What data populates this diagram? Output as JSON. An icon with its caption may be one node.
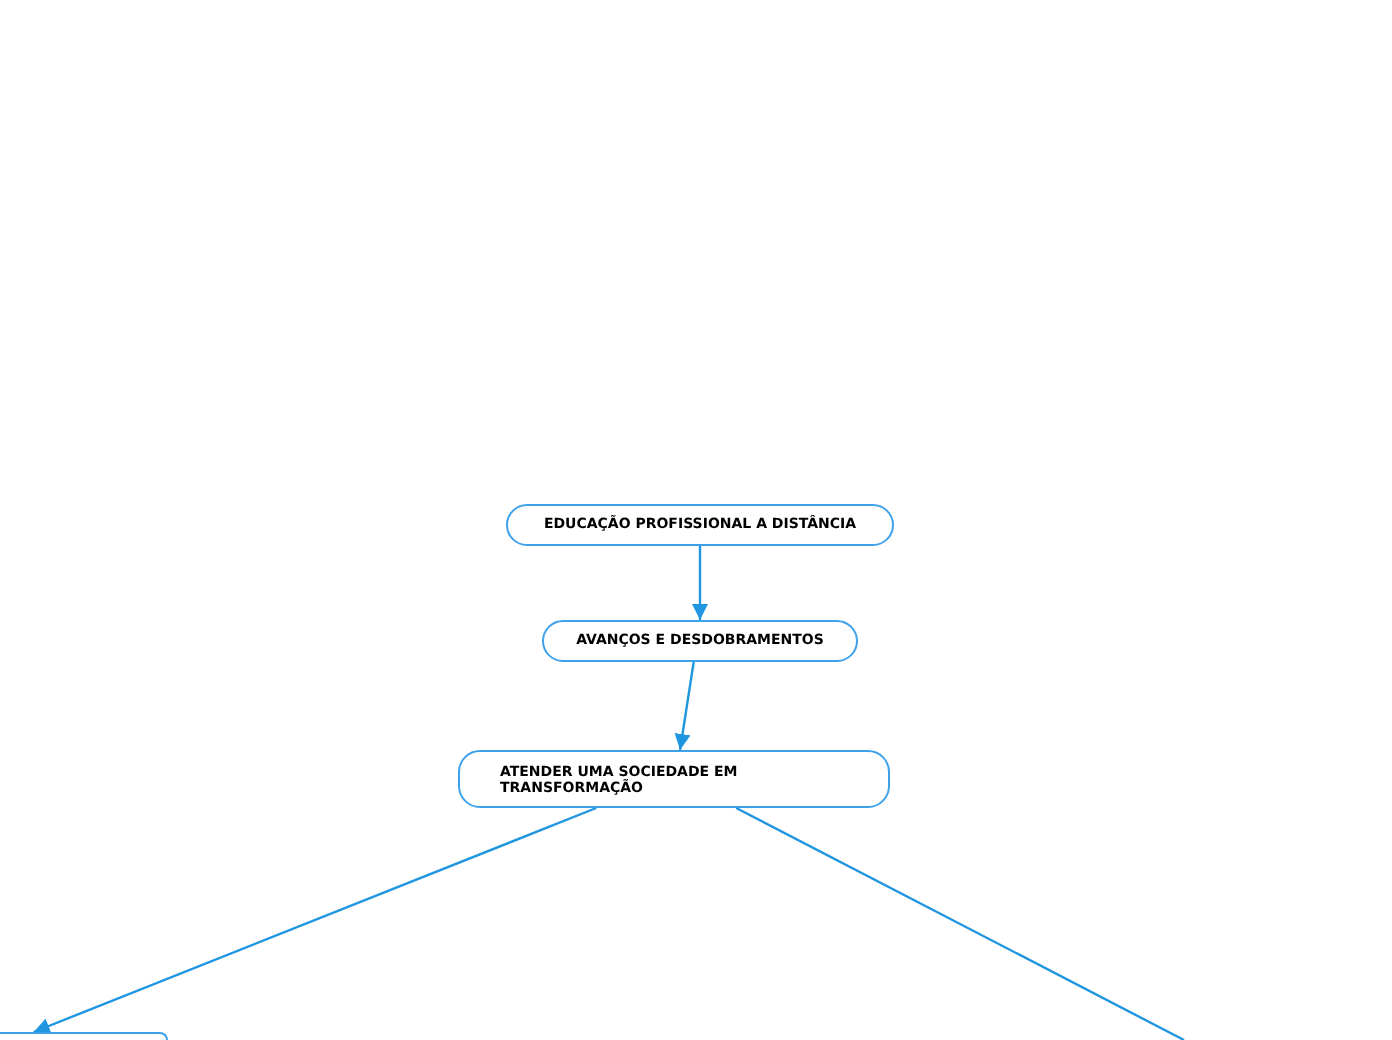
{
  "diagram": {
    "nodes": [
      {
        "text": [
          "EDUCAÇÃO PROFISSIONAL A DISTÂNCIA"
        ]
      },
      {
        "text": [
          "AVANÇOS E DESDOBRAMENTOS"
        ]
      },
      {
        "text": [
          "ATENDER UMA SOCIEDADE EM TRANSFORMAÇÃO"
        ]
      },
      {
        "text": [],
        "shape": "box"
      }
    ],
    "edges": [
      {
        "from": 0,
        "to": 1,
        "arrow": "to"
      },
      {
        "from": 1,
        "to": 2,
        "arrow": "to"
      },
      {
        "from": 2,
        "to": 3,
        "arrow": "to"
      },
      {
        "from": 2,
        "to": null,
        "arrow": "none"
      }
    ]
  }
}
